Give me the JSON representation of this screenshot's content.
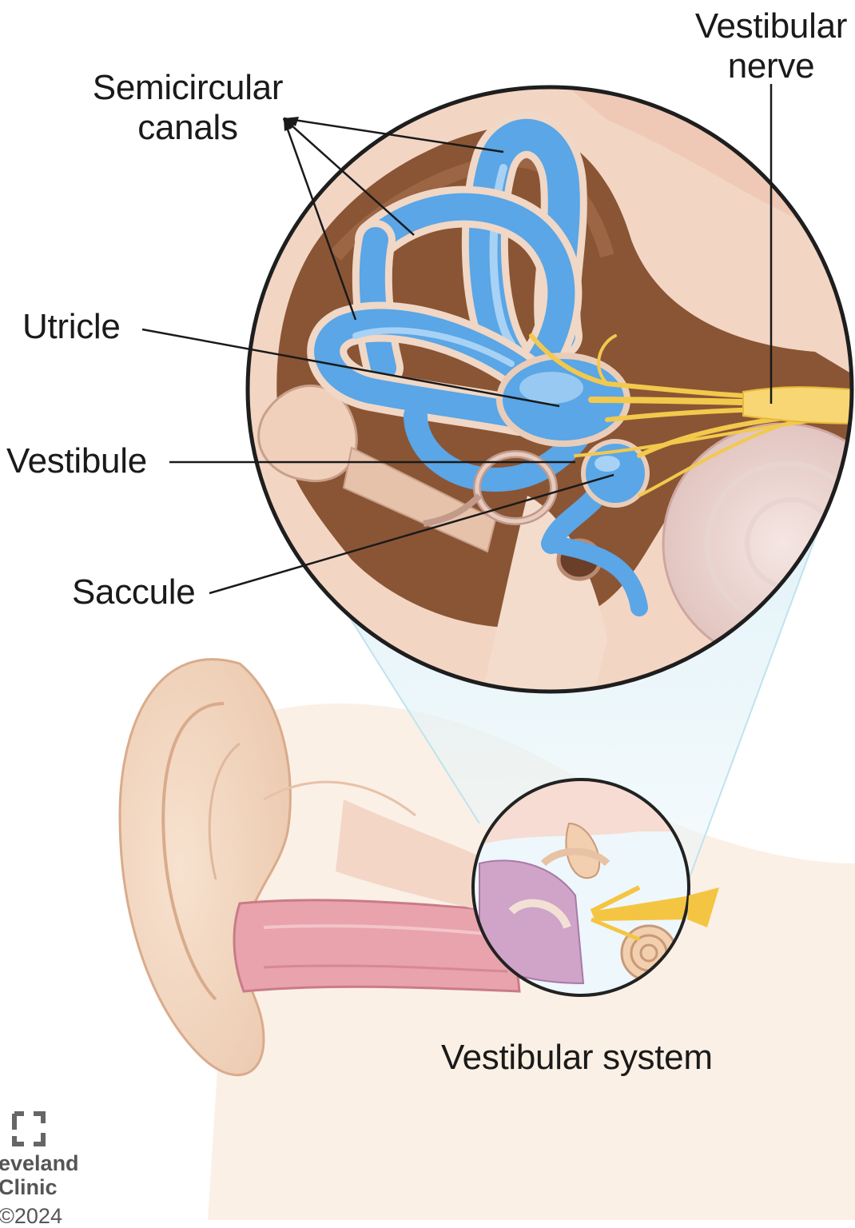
{
  "labels": {
    "vestibular_nerve": "Vestibular\nnerve",
    "semicircular_canals": "Semicircular\ncanals",
    "utricle": "Utricle",
    "vestibule": "Vestibule",
    "saccule": "Saccule",
    "vestibular_system": "Vestibular system"
  },
  "brand": {
    "line1": "eveland",
    "line2": "Clinic",
    "copyright": "©2024"
  },
  "colors": {
    "canal_blue": "#5aa6e6",
    "nerve_yellow": "#f2c94c",
    "bone_beige": "#f1d2bb",
    "canal_pink": "#d98a9a",
    "cavity_brown": "#7a4a2e"
  }
}
